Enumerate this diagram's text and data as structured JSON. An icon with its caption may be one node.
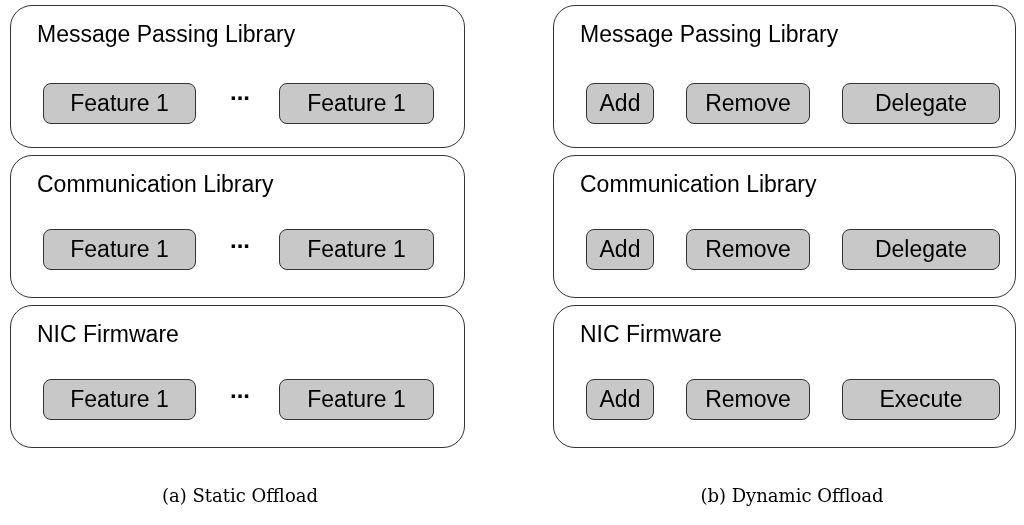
{
  "diagram": {
    "nodes": [
      {
        "text": [
          "Message Passing Library"
        ]
      },
      {
        "text": [
          "Feature 1"
        ],
        "in": 0
      },
      {
        "text": [
          "Feature 1"
        ],
        "in": 0
      },
      {
        "text": [
          "Communication Library"
        ]
      },
      {
        "text": [
          "Feature 1"
        ],
        "in": 3
      },
      {
        "text": [
          "Feature 1"
        ],
        "in": 3
      },
      {
        "text": [
          "NIC Firmware"
        ]
      },
      {
        "text": [
          "Feature 1"
        ],
        "in": 6
      },
      {
        "text": [
          "Feature 1"
        ],
        "in": 6
      },
      {
        "text": [
          "Message Passing Library"
        ]
      },
      {
        "text": [
          "Add"
        ],
        "in": 9
      },
      {
        "text": [
          "Remove"
        ],
        "in": 9
      },
      {
        "text": [
          "Delegate"
        ],
        "in": 9
      },
      {
        "text": [
          "Communication Library"
        ]
      },
      {
        "text": [
          "Add"
        ],
        "in": 13
      },
      {
        "text": [
          "Remove"
        ],
        "in": 13
      },
      {
        "text": [
          "Delegate"
        ],
        "in": 13
      },
      {
        "text": [
          "NIC Firmware"
        ]
      },
      {
        "text": [
          "Add"
        ],
        "in": 17
      },
      {
        "text": [
          "Remove"
        ],
        "in": 17
      },
      {
        "text": [
          "Execute"
        ],
        "in": 17
      }
    ],
    "labels": [
      "...",
      "...",
      "...",
      "(a) Static Offload",
      "(b) Dynamic Offload"
    ]
  }
}
